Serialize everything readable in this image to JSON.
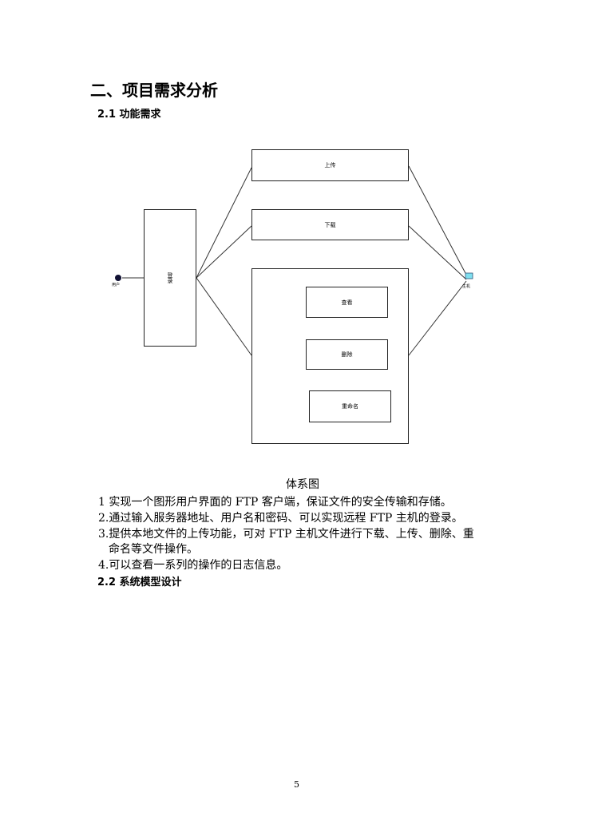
{
  "heading": "二、项目需求分析",
  "section_2_1": "2.1 功能需求",
  "diagram": {
    "user": "用户",
    "login": "登录",
    "upload": "上传",
    "download": "下载",
    "view": "查看",
    "delete": "删除",
    "rename": "重命名",
    "host": "主机"
  },
  "caption": "体系图",
  "items": [
    "1 实现一个图形用户界面的 FTP 客户端，保证文件的安全传输和存储。",
    "2.通过输入服务器地址、用户名和密码、可以实现远程 FTP 主机的登录。",
    "3.提供本地文件的上传功能，可对 FTP 主机文件进行下载、上传、删除、重",
    "命名等文件操作。",
    "4.可以查看一系列的操作的日志信息。"
  ],
  "section_2_2": "2.2 系统模型设计",
  "page_number": "5"
}
